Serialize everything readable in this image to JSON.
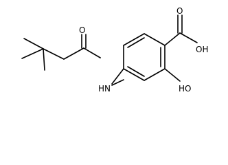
{
  "molecule": {
    "atoms": {
      "carbonyl_oxygen_amide": "O",
      "carbonyl_oxygen_acid": "O",
      "acid_hydroxyl": "OH",
      "phenol_hydroxyl": "HO",
      "amide_nitrogen": "HN"
    },
    "colors": {
      "bond": "#000000",
      "label": "#000000",
      "background": "#ffffff"
    }
  }
}
